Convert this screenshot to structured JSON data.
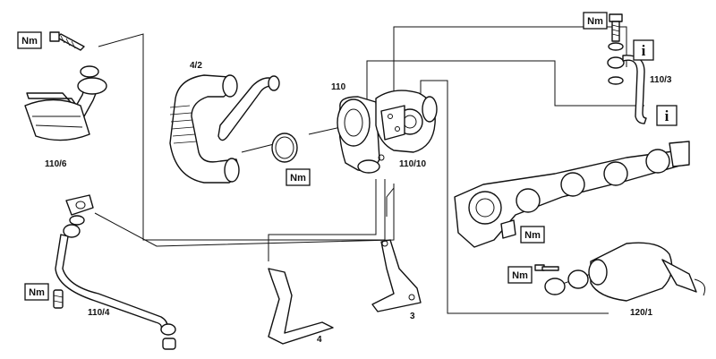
{
  "labels": {
    "p110_6": "110/6",
    "p4_2": "4/2",
    "p110": "110",
    "p110_10": "110/10",
    "p110_3": "110/3",
    "p110_4": "110/4",
    "p4": "4",
    "p3": "3",
    "p120_1": "120/1"
  },
  "badges": {
    "nm": "Nm",
    "info": "i"
  }
}
